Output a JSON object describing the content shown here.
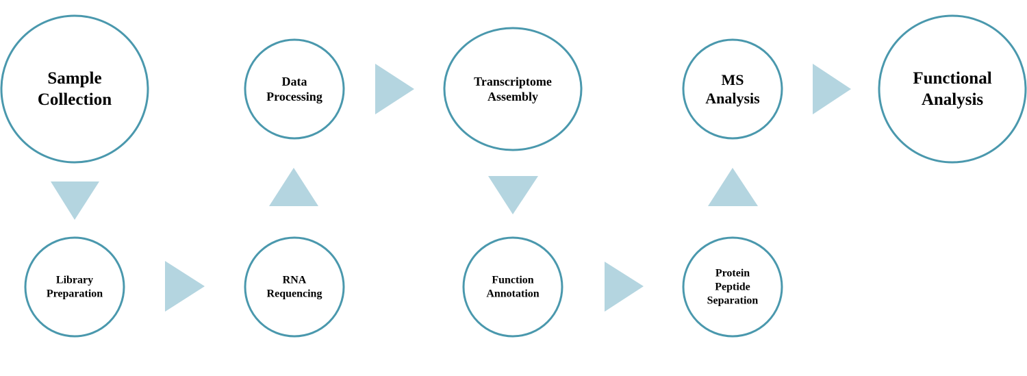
{
  "colors": {
    "circle_stroke": "#4A98AD",
    "circle_fill": "#FFFFFF",
    "arrow_fill": "#B4D5E0",
    "text": "#000000"
  },
  "nodes": [
    {
      "id": "sample-collection",
      "lines": [
        "Sample",
        "Collection"
      ]
    },
    {
      "id": "data-processing",
      "lines": [
        "Data",
        "Processing"
      ]
    },
    {
      "id": "transcriptome-assembly",
      "lines": [
        "Transcriptome",
        "Assembly"
      ]
    },
    {
      "id": "ms-analysis",
      "lines": [
        "MS",
        "Analysis"
      ]
    },
    {
      "id": "functional-analysis",
      "lines": [
        "Functional",
        "Analysis"
      ]
    },
    {
      "id": "library-preparation",
      "lines": [
        "Library",
        "Preparation"
      ]
    },
    {
      "id": "rna-requencing",
      "lines": [
        "RNA",
        "Requencing"
      ]
    },
    {
      "id": "function-annotation",
      "lines": [
        "Function",
        "Annotation"
      ]
    },
    {
      "id": "protein-peptide-separation",
      "lines": [
        "Protein",
        "Peptide",
        "Separation"
      ]
    }
  ],
  "arrows": [
    {
      "id": "sample-to-library",
      "direction": "down"
    },
    {
      "id": "library-to-rna",
      "direction": "right"
    },
    {
      "id": "rna-to-data",
      "direction": "up"
    },
    {
      "id": "data-to-transcriptome",
      "direction": "right"
    },
    {
      "id": "transcriptome-to-annotation",
      "direction": "down"
    },
    {
      "id": "annotation-to-protein",
      "direction": "right"
    },
    {
      "id": "protein-to-ms",
      "direction": "up"
    },
    {
      "id": "ms-to-functional",
      "direction": "right"
    }
  ]
}
